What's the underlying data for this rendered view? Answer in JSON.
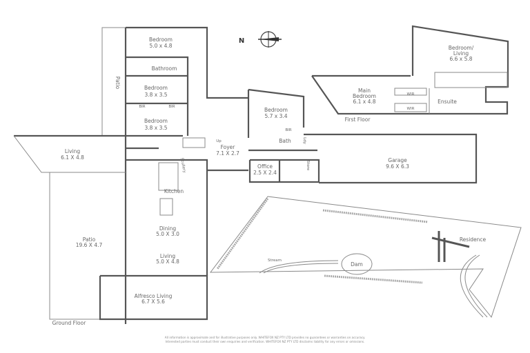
{
  "ground_floor": {
    "title": "Ground Floor",
    "rooms": {
      "bedroom1": {
        "name": "Bedroom",
        "size": "5.0 x 4.8"
      },
      "bathroom": {
        "name": "Bathroom"
      },
      "bedroom2": {
        "name": "Bedroom",
        "size": "3.8 x 3.5"
      },
      "bedroom3": {
        "name": "Bedroom",
        "size": "3.8 x 3.5"
      },
      "bir": "BIR",
      "patio_side": {
        "name": "Patio"
      },
      "living_west": {
        "name": "Living",
        "size": "6.1 X 4.8"
      },
      "foyer": {
        "name": "Foyer",
        "size": "7.1 X 2.7"
      },
      "up": "Up",
      "bedroom4": {
        "name": "Bedroom",
        "size": "5.7 x 3.4"
      },
      "bath": {
        "name": "Bath"
      },
      "laundry": "Ldy",
      "office": {
        "name": "Office",
        "size": "2.5 X 2.4"
      },
      "store": "Store",
      "scullery": "Scullery",
      "garage": {
        "name": "Garage",
        "size": "9.6 X 6.3"
      },
      "kitchen": {
        "name": "Kitchen"
      },
      "dining": {
        "name": "Dining",
        "size": "5.0 X 3.0"
      },
      "living_main": {
        "name": "Living",
        "size": "5.0 X 4.8"
      },
      "patio": {
        "name": "Patio",
        "size": "19.6 X 4.7"
      },
      "alfresco": {
        "name": "Alfresco Living",
        "size": "6.7 X 5.6"
      }
    }
  },
  "first_floor": {
    "title": "First Floor",
    "rooms": {
      "main_bedroom": {
        "name_line1": "Main",
        "name_line2": "Bedroom",
        "size": "6.1 x 4.8"
      },
      "bedroom_living": {
        "name_line1": "Bedroom/",
        "name_line2": "Living",
        "size": "6.6 x 5.8"
      },
      "wir": "WIR",
      "ensuite": {
        "name": "Ensuite"
      }
    }
  },
  "compass": {
    "label": "N",
    "icon": "compass-icon"
  },
  "site_plan": {
    "stream": "Stream",
    "dam": "Dam",
    "residence": "Residence"
  },
  "disclaimer": {
    "line1": "All information is approximate and for illustrative purposes only. WHITEFOX NZ PTY LTD provides no guarantees or warranties on accuracy.",
    "line2": "Interested parties must conduct their own enquiries and verification. WHITEFOX NZ PTY LTD disclaims liability for any errors or omissions."
  }
}
